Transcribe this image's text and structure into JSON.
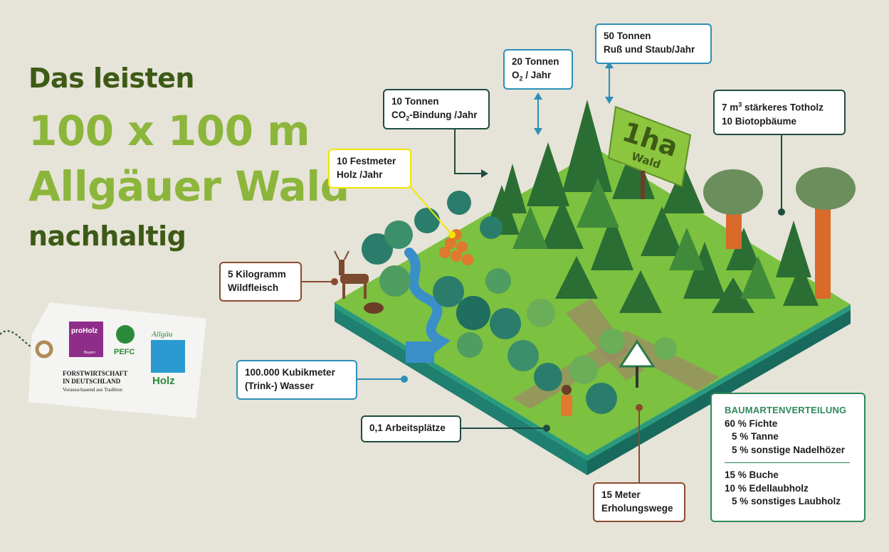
{
  "headline": {
    "line1": "Das leisten",
    "line2": "100 x 100 m",
    "line3": "Allgäuer Wald",
    "line4": "nachhaltig"
  },
  "sign": {
    "big": "1ha",
    "small": "Wald"
  },
  "labels": {
    "co2": {
      "line1": "10 Tonnen",
      "line2_a": "CO",
      "line2_sub": "2",
      "line2_b": "-Bindung /Jahr"
    },
    "o2": {
      "line1": "20 Tonnen",
      "line2_a": "O",
      "line2_sub": "2",
      "line2_b": " / Jahr"
    },
    "soot": {
      "line1": "50 Tonnen",
      "line2": "Ruß und Staub/Jahr"
    },
    "deadwood": {
      "line1_a": "7 m",
      "line1_sup": "3",
      "line1_b": " stärkeres Totholz",
      "line2": "10 Biotopbäume"
    },
    "timber": {
      "line1": "10 Festmeter",
      "line2": "Holz /Jahr"
    },
    "game": {
      "line1": "5 Kilogramm",
      "line2": "Wildfleisch"
    },
    "water": {
      "line1": "100.000 Kubikmeter",
      "line2": "(Trink-) Wasser"
    },
    "jobs": {
      "line1": "0,1 Arbeitsplätze"
    },
    "paths": {
      "line1": "15 Meter",
      "line2": "Erholungswege"
    }
  },
  "distribution": {
    "title": "BAUMARTENVERTEILUNG",
    "conifers": [
      "60 % Fichte",
      "5 % Tanne",
      "5 % sonstige Nadelhözer"
    ],
    "broadleaf": [
      "15 % Buche",
      "10 % Edellaubholz",
      "5 % sonstiges Laubholz"
    ]
  },
  "tag": {
    "proholz": "proHolz",
    "proholz_sub": "Bayern",
    "pefc": "PEFC",
    "forst_line1": "FORSTWIRTSCHAFT",
    "forst_line2": "IN DEUTSCHLAND",
    "forst_line3": "Vorausschauend aus Tradition",
    "allgaeu": "Allgäu",
    "holz": "Holz"
  },
  "colors": {
    "dark_green": "#3d5a16",
    "light_green": "#8cb63b",
    "label_border": "#1e4d40",
    "distribution_border": "#2c8a58",
    "timber_border": "#f2e600",
    "brown_border": "#8a4a2e",
    "water_border": "#2c8fb8"
  }
}
